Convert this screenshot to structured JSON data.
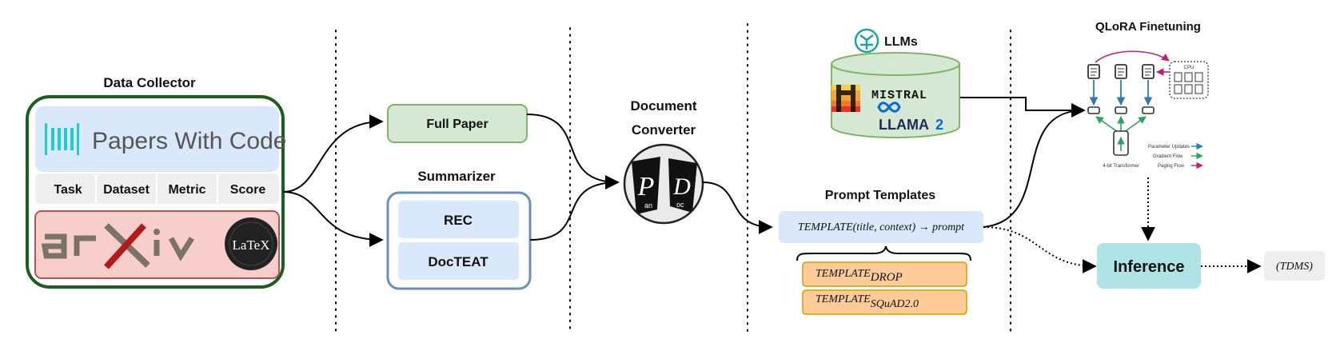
{
  "data_collector": {
    "title": "Data Collector",
    "pwc_name": "Papers With Code",
    "columns": [
      "Task",
      "Dataset",
      "Metric",
      "Score"
    ],
    "arxiv_logo": "arXiv",
    "latex_badge": "LaTeX"
  },
  "full_paper": "Full Paper",
  "summarizer": {
    "title": "Summarizer",
    "items": [
      "REC",
      "DocTEAT"
    ]
  },
  "document_converter": {
    "title_line1": "Document",
    "title_line2": "Converter",
    "pandoc_logo": "PanDoc"
  },
  "llms": {
    "title": "LLMs",
    "mistral": "MISTRAL",
    "llama": "LLAMA",
    "llama_version": "2"
  },
  "prompt_templates": {
    "title": "Prompt Templates",
    "formula": "TEMPLATE(title, context) → prompt",
    "variants": [
      {
        "base": "TEMPLATE",
        "sub": "DROP"
      },
      {
        "base": "TEMPLATE",
        "sub": "SQuAD2.0"
      }
    ]
  },
  "qlora": {
    "title": "QLoRA Finetuning",
    "cpu_label": "CPU",
    "transformer_label": "4-bit Transformer",
    "legend": [
      {
        "label": "Parameter Updates",
        "color": "#2c7bb6"
      },
      {
        "label": "Gradient Flow",
        "color": "#2ca25f"
      },
      {
        "label": "Paging Flow",
        "color": "#c51b7d"
      }
    ]
  },
  "inference": {
    "label": "Inference"
  },
  "output": {
    "label": "(TDMS)"
  },
  "colors": {
    "dark_green": "#1b5e20",
    "pwc_blue": "#dae8fc",
    "arxiv_red": "#f8cecc",
    "green_fill": "#d5e8d4",
    "summarizer_blue": "#6c8ebf",
    "orange": "#ffcc99",
    "inference_teal": "#b0e3e6"
  }
}
